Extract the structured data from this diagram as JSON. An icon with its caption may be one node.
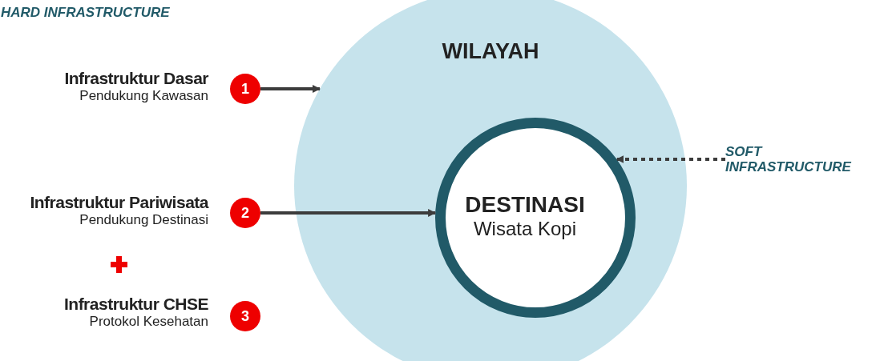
{
  "diagram": {
    "nodes": [
      {
        "text": [
          "WILAYAH"
        ]
      },
      {
        "text": [
          "DESTINASI",
          "Wisata Kopi"
        ],
        "in": 0
      },
      {
        "text": [
          "Infrastruktur Dasar",
          "Pendukung Kawasan"
        ]
      },
      {
        "text": [
          "1"
        ]
      },
      {
        "text": [
          "Infrastruktur Pariwisata",
          "Pendukung Destinasi"
        ]
      },
      {
        "text": [
          "2"
        ]
      },
      {
        "text": [
          "Infrastruktur CHSE",
          "Protokol Kesehatan"
        ]
      },
      {
        "text": [
          "3"
        ]
      },
      {
        "text": [
          "SOFT INFRASTRUCTURE"
        ]
      }
    ],
    "edges": [
      {
        "from": 3,
        "to": 0,
        "arrow": "to"
      },
      {
        "from": 5,
        "to": 1,
        "arrow": "to"
      },
      {
        "from": 8,
        "to": 1,
        "arrow": "to",
        "style": "dashed"
      }
    ],
    "labels": [
      "HARD INFRASTRUCTURE"
    ]
  }
}
